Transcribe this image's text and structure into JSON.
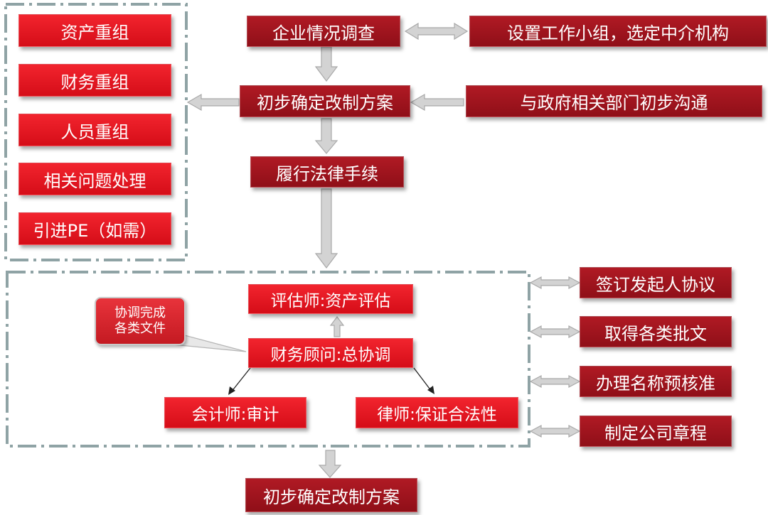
{
  "colors": {
    "dark_red": "#a0141d",
    "bright_red": "#e8151f",
    "border_gray": "#8fa3a5",
    "arrow_gray": "#c8c8c8"
  },
  "left_panel": {
    "items": [
      "资产重组",
      "财务重组",
      "人员重组",
      "相关问题处理",
      "引进PE（如需）"
    ]
  },
  "main_flow": {
    "survey": "企业情况调查",
    "working_group": "设置工作小组，选定中介机构",
    "preliminary_plan": "初步确定改制方案",
    "gov_communication": "与政府相关部门初步沟通",
    "legal_procedures": "履行法律手续"
  },
  "agencies": {
    "appraiser": "评估师:资产评估",
    "financial_advisor": "财务顾问:总协调",
    "accountant": "会计师:审计",
    "lawyer": "律师:保证合法性"
  },
  "callout": {
    "line1": "协调完成",
    "line2": "各类文件"
  },
  "right_tasks": [
    "签订发起人协议",
    "取得各类批文",
    "办理名称预核准",
    "制定公司章程"
  ],
  "final_step": "初步确定改制方案"
}
